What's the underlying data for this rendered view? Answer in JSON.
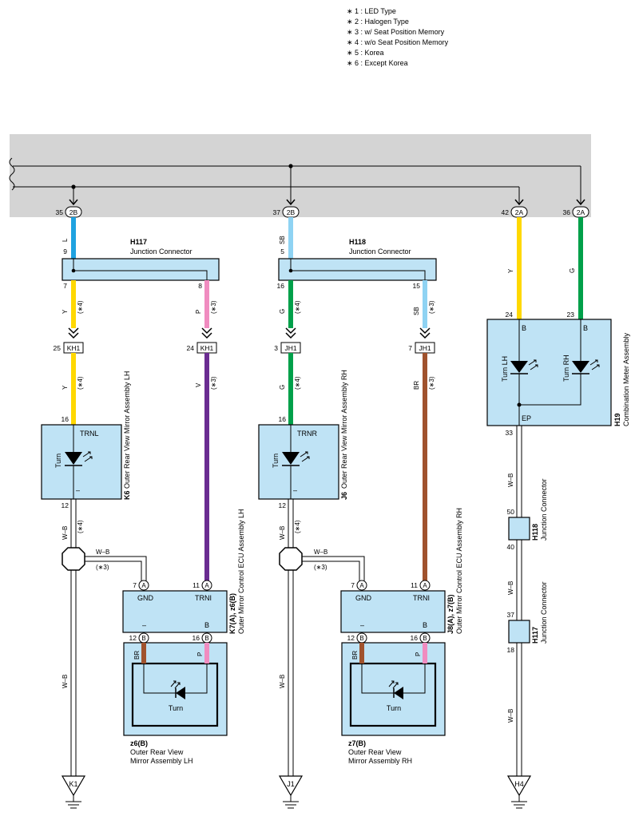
{
  "legend": [
    "∗ 1 : LED Type",
    "∗ 2 : Halogen Type",
    "∗ 3 : w/ Seat Position Memory",
    "∗ 4 : w/o Seat Position Memory",
    "∗ 5 : Korea",
    "∗ 6 : Except Korea"
  ],
  "colors": {
    "L": "#1fa2e0",
    "SB": "#8fd3f3",
    "Y": "#ffd800",
    "G": "#00a04a",
    "P": "#f08cc0",
    "V": "#6a2c91",
    "BR": "#a0522d",
    "box": "#bfe3f5",
    "band": "#d4d4d4"
  },
  "wires": {
    "L": "L",
    "SB": "SB",
    "Y": "Y",
    "G": "G",
    "P": "P",
    "V": "V",
    "BR": "BR",
    "WB": "W–B"
  },
  "notes": {
    "n3": "(∗3)",
    "n4": "(∗4)"
  },
  "band_connectors": {
    "c1": {
      "pin": "35",
      "code": "2B"
    },
    "c2": {
      "pin": "37",
      "code": "2B"
    },
    "c3": {
      "pin": "42",
      "code": "2A"
    },
    "c4": {
      "pin": "36",
      "code": "2A"
    }
  },
  "h117": {
    "code": "H117",
    "name": "Junction Connector",
    "pin_in": "9",
    "pin_a": "7",
    "pin_b": "8"
  },
  "h118": {
    "code": "H118",
    "name": "Junction Connector",
    "pin_in": "5",
    "pin_a": "16",
    "pin_b": "15"
  },
  "inline": {
    "kh1a": {
      "pin": "25",
      "code": "KH1"
    },
    "kh1b": {
      "pin": "24",
      "code": "KH1"
    },
    "jh1a": {
      "pin": "3",
      "code": "JH1"
    },
    "jh1b": {
      "pin": "7",
      "code": "JH1"
    }
  },
  "k6": {
    "code": "K6",
    "name": "Outer Rear View Mirror Assembly LH",
    "pin_top": "16",
    "term_top": "TRNL",
    "lamp": "Turn",
    "term_bottom": "–",
    "pin_bottom": "12"
  },
  "j6": {
    "code": "J6",
    "name": "Outer Rear View Mirror Assembly RH",
    "pin_top": "16",
    "term_top": "TRNR",
    "lamp": "Turn",
    "term_bottom": "–",
    "pin_bottom": "12"
  },
  "ecu_lh": {
    "code": "K7(A), z6(B)",
    "name": "Outer Mirror Control ECU Assembly LH",
    "pin_gnd": "7",
    "pin_trni": "11",
    "conn_a": "A",
    "term_gnd": "GND",
    "term_trni": "TRNI",
    "term_minus": "–",
    "term_b": "B",
    "pin_minus": "12",
    "pin_b": "16",
    "conn_b": "B"
  },
  "ecu_rh": {
    "code": "J8(A), z7(B)",
    "name": "Outer Mirror Control ECU Assembly RH",
    "pin_gnd": "7",
    "pin_trni": "11",
    "conn_a": "A",
    "term_gnd": "GND",
    "term_trni": "TRNI",
    "term_minus": "–",
    "term_b": "B",
    "pin_minus": "12",
    "pin_b": "16",
    "conn_b": "B"
  },
  "mirror_lh": {
    "code": "z6(B)",
    "name1": "Outer Rear View",
    "name2": "Mirror Assembly LH",
    "lamp": "Turn"
  },
  "mirror_rh": {
    "code": "z7(B)",
    "name1": "Outer Rear View",
    "name2": "Mirror Assembly RH",
    "lamp": "Turn"
  },
  "h19": {
    "code": "H19",
    "name": "Combination Meter Assembly",
    "pin_lh": "24",
    "pin_rh": "23",
    "term_lh": "B",
    "term_rh": "B",
    "lamp_lh": "Turn LH",
    "lamp_rh": "Turn RH",
    "term_ep": "EP",
    "pin_ep": "33"
  },
  "h118_jc": {
    "code": "H118",
    "name": "Junction Connector",
    "pin_top": "50",
    "pin_bottom": "40"
  },
  "h117_jc": {
    "code": "H117",
    "name": "Junction Connector",
    "pin_top": "37",
    "pin_bottom": "18"
  },
  "grounds": {
    "g1": "K1",
    "g2": "J1",
    "g3": "H4"
  }
}
